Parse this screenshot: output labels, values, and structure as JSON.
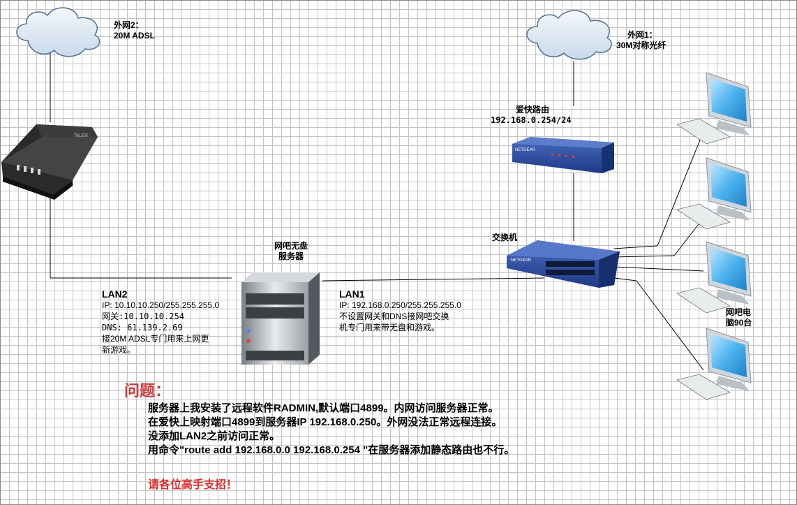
{
  "wan2": {
    "line1": "外网2：",
    "line2": "20M ADSL"
  },
  "wan1": {
    "line1": "外网1：",
    "line2": "30M对称光纤"
  },
  "router": {
    "line1": "爱快路由",
    "line2": "192.168.0.254/24",
    "brand": "NETGEAR"
  },
  "modem": {
    "brand": "TeLEK"
  },
  "switch_label": "交换机",
  "switch_brand": "NETGEAR",
  "server": {
    "line1": "网吧无盘",
    "line2": "服务器"
  },
  "clients_label": {
    "line1": "网吧电",
    "line2": "脑90台"
  },
  "lan2": {
    "title": "LAN2",
    "ip": "IP: 10.10.10.250/255.255.255.0",
    "gateway": "网关:10.10.10.254",
    "dns": "DNS: 61.139.2.69",
    "note1": "接20M ADSL专门用来上网更",
    "note2": "新游戏。"
  },
  "lan1": {
    "title": "LAN1",
    "ip": "IP: 192.168.0.250/255.255.255.0",
    "note1": "不设置网关和DNS接网吧交换",
    "note2": "机专门用来带无盘和游戏。"
  },
  "problem": {
    "title": "问题：",
    "lines": [
      "服务器上我安装了远程软件RADMIN,默认端口4899。内网访问服务器正常。",
      "在爱快上映射端口4899到服务器IP 192.168.0.250。外网没法正常远程连接。",
      "没添加LAN2之前访问正常。",
      "用命令\"route add 192.168.0.0  192.168.0.254 \"在服务器添加静态路由也不行。"
    ],
    "plea": "请各位高手支招！"
  },
  "colors": {
    "problem_red": "#d23a3a",
    "device_blue": "#2a4b9c",
    "screen_blue": "#3aa6e6"
  }
}
